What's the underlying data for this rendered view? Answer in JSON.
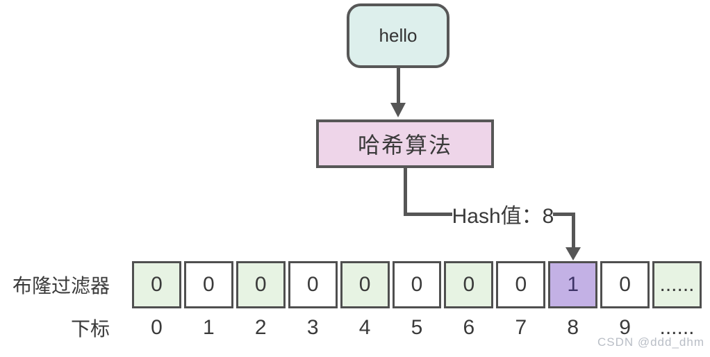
{
  "diagram": {
    "input_node": {
      "label": "hello"
    },
    "hash_node": {
      "label": "哈希算法"
    },
    "hash_value": {
      "label": "Hash值：8"
    },
    "filter_label": "布隆过滤器",
    "index_label": "下标",
    "cells": [
      {
        "value": "0",
        "state": "green"
      },
      {
        "value": "0",
        "state": "white"
      },
      {
        "value": "0",
        "state": "green"
      },
      {
        "value": "0",
        "state": "white"
      },
      {
        "value": "0",
        "state": "green"
      },
      {
        "value": "0",
        "state": "white"
      },
      {
        "value": "0",
        "state": "green"
      },
      {
        "value": "0",
        "state": "white"
      },
      {
        "value": "1",
        "state": "purple"
      },
      {
        "value": "0",
        "state": "white"
      },
      {
        "value": "......",
        "state": "green"
      }
    ],
    "indices": [
      "0",
      "1",
      "2",
      "3",
      "4",
      "5",
      "6",
      "7",
      "8",
      "9",
      "......"
    ],
    "colors": {
      "input_fill": "#ddefec",
      "hash_fill": "#eed5e9",
      "cell_green": "#e7f3e3",
      "cell_white": "#ffffff",
      "cell_highlight": "#c3b1e5",
      "line": "#565656",
      "text": "#3a3a3a",
      "highlight_digit": "#3d3366"
    }
  },
  "watermark": "CSDN @ddd_dhm"
}
